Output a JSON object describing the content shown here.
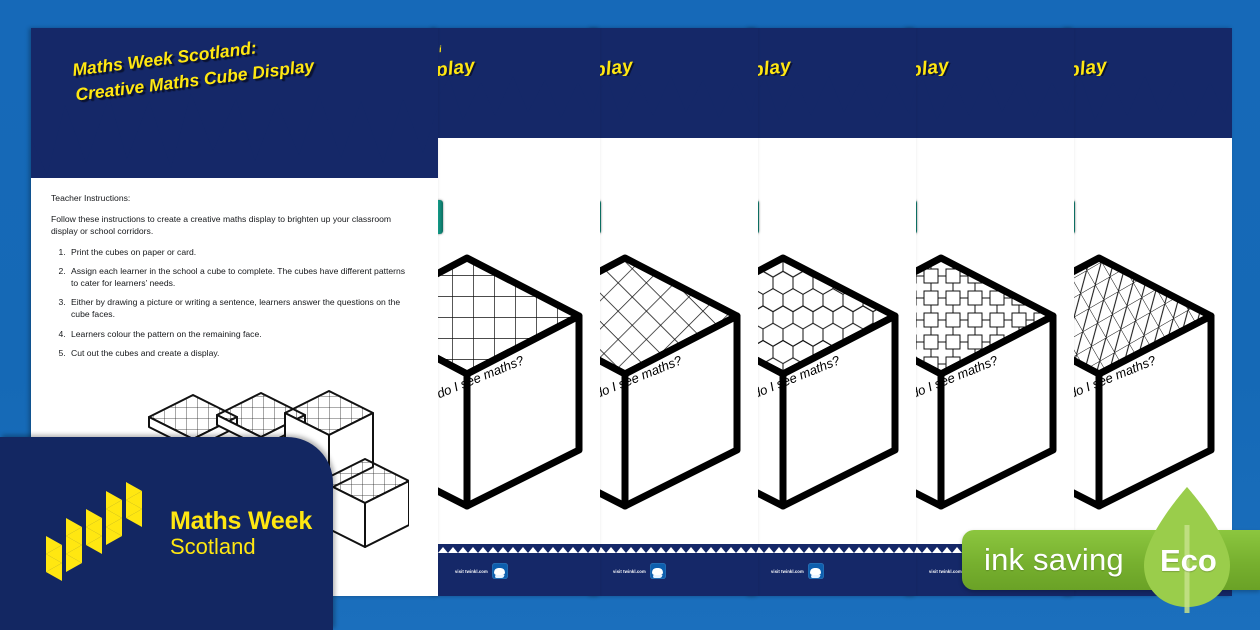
{
  "doc": {
    "title_line1": "Maths Week Scotland:",
    "title_line2": "Creative Maths Cube Display",
    "back_title_fragment": "play",
    "back_title_fragment_small": "i"
  },
  "instructions": {
    "heading": "Teacher Instructions:",
    "lede": "Follow these instructions to create a creative maths display to brighten up your classroom display or school corridors.",
    "steps": [
      "Print the cubes on paper or card.",
      "Assign each learner in the school a cube to complete.  The cubes have different patterns to cater for learners’ needs.",
      "Either by drawing a picture or writing a sentence, learners answer the questions on the cube faces.",
      "Learners colour the pattern on the remaining face.",
      "Cut out the cubes and create a display."
    ]
  },
  "cube_face_question": "Where do I see maths?",
  "cube_face_question_visible": "re do I see maths?",
  "pages": [
    {
      "pattern": "square-grid"
    },
    {
      "pattern": "diamond-grid"
    },
    {
      "pattern": "hexagon-tessellation"
    },
    {
      "pattern": "cross-tessellation"
    },
    {
      "pattern": "triangle-grid"
    }
  ],
  "footer": {
    "visit_text": "visit twinkl.com",
    "logo_name": "twinkl-logo"
  },
  "brand_badge": {
    "line1": "Maths Week",
    "line2": "Scotland",
    "logo_name": "maths-week-scotland-triangle-mark"
  },
  "eco_badge": {
    "ink_label": "ink saving",
    "eco_label": "Eco",
    "leaf_name": "leaf-icon"
  },
  "colors": {
    "page_background": "#1569b8",
    "navy": "#152868",
    "yellow": "#ffe711",
    "eco_green": "#8cc63f",
    "leaf_green": "#9acd4b",
    "tab_teal": "#15a08c",
    "sheet_white": "#ffffff"
  }
}
